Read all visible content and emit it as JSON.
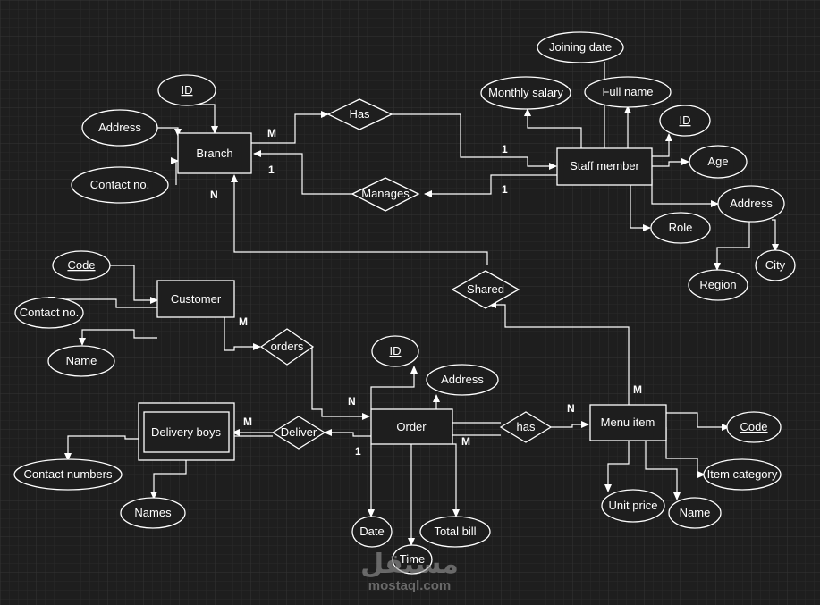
{
  "entities": {
    "branch": "Branch",
    "staff": "Staff member",
    "customer": "Customer",
    "order": "Order",
    "menu": "Menu item",
    "delivery": "Delivery boys"
  },
  "relationships": {
    "has_staff": "Has",
    "manages": "Manages",
    "shared": "Shared",
    "orders": "orders",
    "deliver": "Deliver",
    "has_menu": "has"
  },
  "attributes": {
    "branch_id": "ID",
    "branch_address": "Address",
    "branch_contact": "Contact no.",
    "staff_joining": "Joining date",
    "staff_salary": "Monthly salary",
    "staff_fullname": "Full name",
    "staff_id": "ID",
    "staff_age": "Age",
    "staff_address": "Address",
    "staff_role": "Role",
    "staff_region": "Region",
    "staff_city": "City",
    "cust_code": "Code",
    "cust_contact": "Contact no.",
    "cust_name": "Name",
    "order_id": "ID",
    "order_address": "Address",
    "order_date": "Date",
    "order_time": "Time",
    "order_bill": "Total bill",
    "menu_code": "Code",
    "menu_category": "Item category",
    "menu_price": "Unit price",
    "menu_name": "Name",
    "del_contact": "Contact numbers",
    "del_names": "Names"
  },
  "cardinalities": {
    "branch_has": "M",
    "staff_has": "1",
    "branch_manages": "1",
    "staff_manages": "1",
    "branch_shared": "N",
    "menu_shared": "M",
    "customer_orders": "M",
    "order_orders": "N",
    "order_deliver": "1",
    "delivery_deliver": "M",
    "order_has": "M",
    "menu_has": "N"
  },
  "watermark": {
    "arabic": "مستقل",
    "latin": "mostaql.com"
  }
}
